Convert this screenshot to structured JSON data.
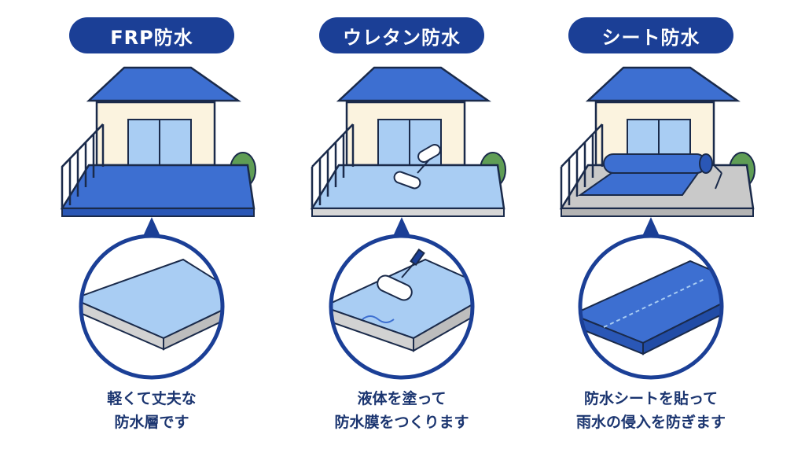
{
  "panels": [
    {
      "title": "FRP防水",
      "caption_line1": "軽くて丈夫な",
      "caption_line2": "防水層です"
    },
    {
      "title": "ウレタン防水",
      "caption_line1": "液体を塗って",
      "caption_line2": "防水膜をつくります"
    },
    {
      "title": "シート防水",
      "caption_line1": "防水シートを貼って",
      "caption_line2": "雨水の侵入を防ぎます"
    }
  ],
  "colors": {
    "navy": "#1b3f96",
    "roof_blue": "#3d6fd1",
    "light_blue": "#a9cdf3",
    "wall_cream": "#fbf3df",
    "outline": "#1a2a4a",
    "plant_green": "#5f9d55",
    "concrete_gray": "#c9c9c9",
    "caption_text": "#1b3570"
  },
  "icons": {
    "house": "house-icon",
    "roller": "paint-roller-icon",
    "sheet_roll": "sheet-roll-icon",
    "magnifier": "magnifier-circle"
  }
}
